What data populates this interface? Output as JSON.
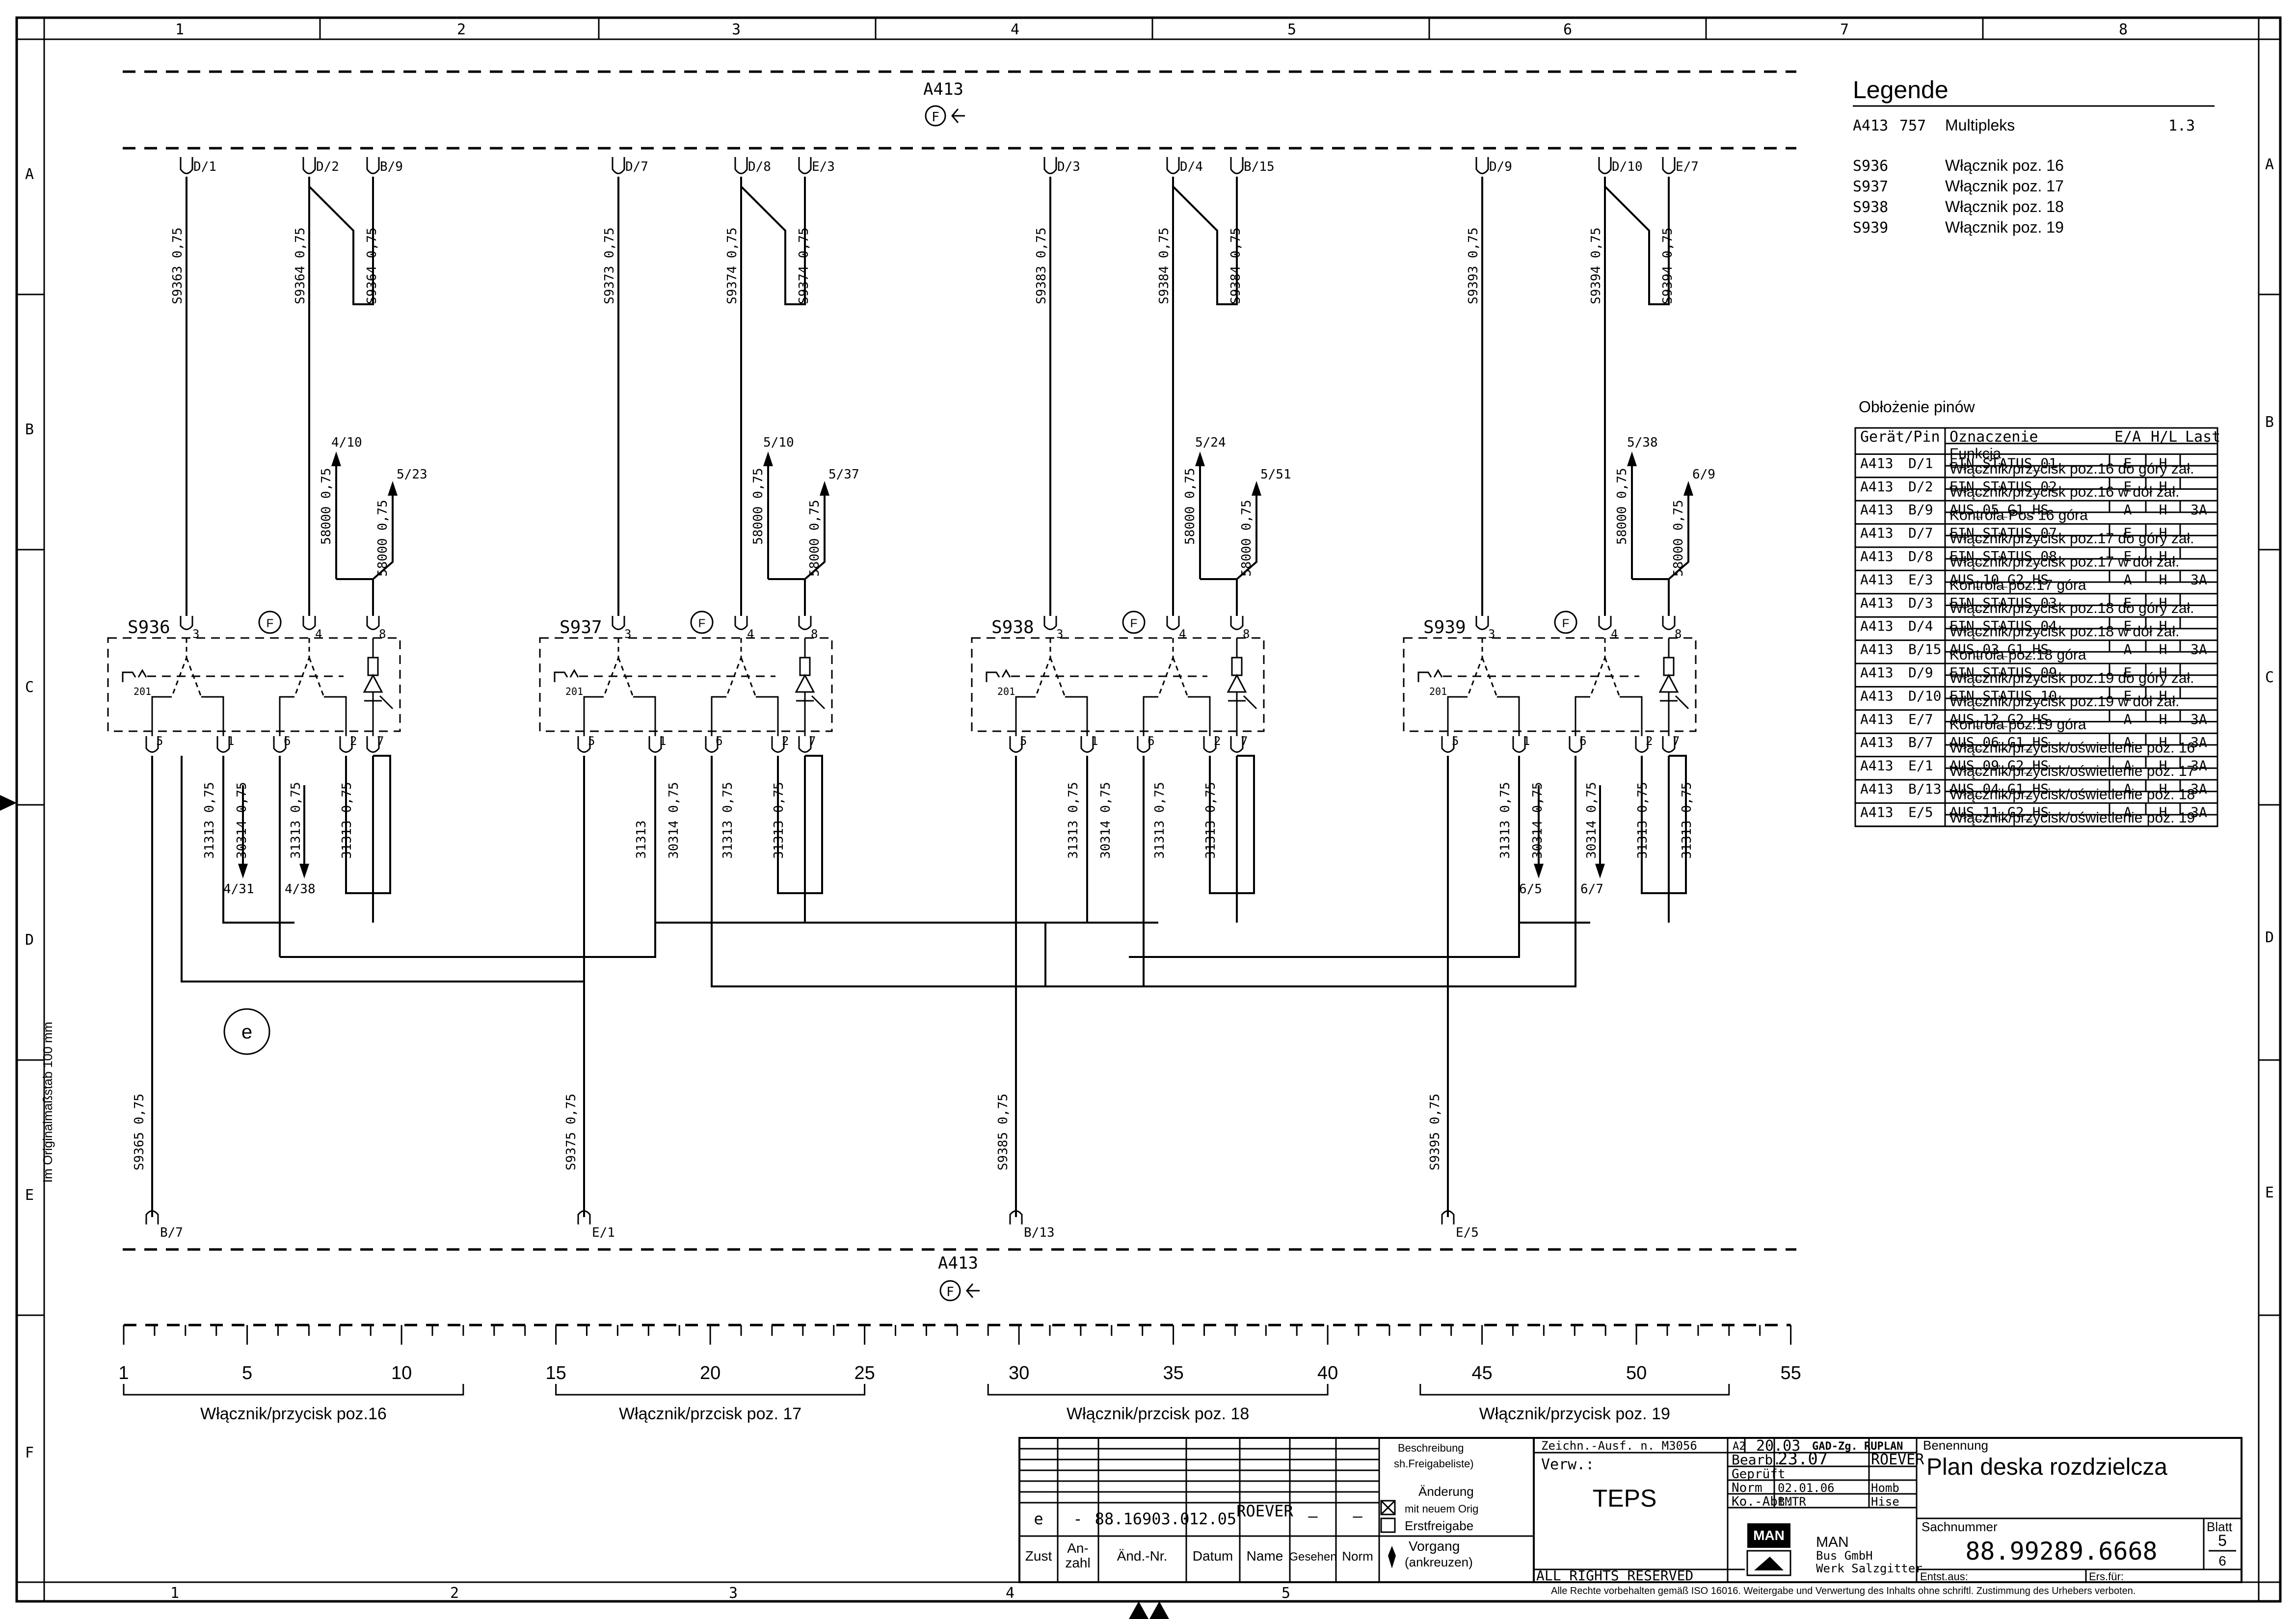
{
  "columns": [
    "1",
    "2",
    "3",
    "4",
    "5",
    "6",
    "7",
    "8"
  ],
  "rows": [
    "A",
    "B",
    "C",
    "D",
    "E",
    "F"
  ],
  "module": {
    "name": "A413",
    "f_symbol": "F"
  },
  "legend": {
    "title": "Legende",
    "main": {
      "code": "A413",
      "num": "757",
      "desc": "Multipleks",
      "pos": "1.3"
    },
    "items": [
      {
        "code": "S936",
        "desc": "Włącznik poz. 16"
      },
      {
        "code": "S937",
        "desc": "Włącznik poz. 17"
      },
      {
        "code": "S938",
        "desc": "Włącznik poz. 18"
      },
      {
        "code": "S939",
        "desc": "Włącznik poz. 19"
      }
    ]
  },
  "pin_table": {
    "caption": "Obłożenie pinów",
    "headers": [
      "Gerät/Pin",
      "Oznaczenie",
      "E/A",
      "H/L",
      "Last"
    ],
    "subheader": "Funkcja",
    "rows": [
      {
        "dev": "A413",
        "pin": "D/1",
        "sig": "EIN_STATUS_01",
        "ea": "E",
        "hl": "H",
        "last": "",
        "func": "Włącznik/przycisk poz.16 do góry zał."
      },
      {
        "dev": "A413",
        "pin": "D/2",
        "sig": "EIN_STATUS_02",
        "ea": "E",
        "hl": "H",
        "last": "",
        "func": "Włącznik/przycisk poz.16 w dół zał."
      },
      {
        "dev": "A413",
        "pin": "B/9",
        "sig": "AUS_05_G1_HS",
        "ea": "A",
        "hl": "H",
        "last": "3A",
        "func": "Kontrola  Pos 16 góra"
      },
      {
        "dev": "A413",
        "pin": "D/7",
        "sig": "EIN_STATUS_07",
        "ea": "E",
        "hl": "H",
        "last": "",
        "func": "Włącznik/przycisk poz.17 do góry zał."
      },
      {
        "dev": "A413",
        "pin": "D/8",
        "sig": "EIN_STATUS_08",
        "ea": "E",
        "hl": "H",
        "last": "",
        "func": "Włącznik/przycisk poz.17 w dół zał."
      },
      {
        "dev": "A413",
        "pin": "E/3",
        "sig": "AUS_10_G2_HS",
        "ea": "A",
        "hl": "H",
        "last": "3A",
        "func": "Kontrola poz.17 góra"
      },
      {
        "dev": "A413",
        "pin": "D/3",
        "sig": "EIN_STATUS_03",
        "ea": "E",
        "hl": "H",
        "last": "",
        "func": "Włącznik/przycisk poz.18 do góry zał."
      },
      {
        "dev": "A413",
        "pin": "D/4",
        "sig": "EIN_STATUS_04",
        "ea": "E",
        "hl": "H",
        "last": "",
        "func": "Włącznik/przycisk poz.18 w dół zał."
      },
      {
        "dev": "A413",
        "pin": "B/15",
        "sig": "AUS_03_G1_HS",
        "ea": "A",
        "hl": "H",
        "last": "3A",
        "func": "Kontrola poz.18 góra"
      },
      {
        "dev": "A413",
        "pin": "D/9",
        "sig": "EIN_STATUS_09",
        "ea": "E",
        "hl": "H",
        "last": "",
        "func": "Włącznik/przycisk poz.19 do góry zał."
      },
      {
        "dev": "A413",
        "pin": "D/10",
        "sig": "EIN_STATUS_10",
        "ea": "E",
        "hl": "H",
        "last": "",
        "func": "Włącznik/przycisk poz.19 w dół zał."
      },
      {
        "dev": "A413",
        "pin": "E/7",
        "sig": "AUS_12_G2_HS",
        "ea": "A",
        "hl": "H",
        "last": "3A",
        "func": "Kontrola poz.19 góra"
      },
      {
        "dev": "A413",
        "pin": "B/7",
        "sig": "AUS_06_G1_HS",
        "ea": "A",
        "hl": "H",
        "last": "3A",
        "func": "Włącznik/przycisk/oświetlenie poz. 16"
      },
      {
        "dev": "A413",
        "pin": "E/1",
        "sig": "AUS_09_G2_HS",
        "ea": "A",
        "hl": "H",
        "last": "3A",
        "func": "Włącznik/przycisk/oświetlenie poz. 17"
      },
      {
        "dev": "A413",
        "pin": "B/13",
        "sig": "AUS_04_G1_HS",
        "ea": "A",
        "hl": "H",
        "last": "3A",
        "func": "Włącznik/przycisk/oświetlenie poz. 18"
      },
      {
        "dev": "A413",
        "pin": "E/5",
        "sig": "AUS_11_G2_HS",
        "ea": "A",
        "hl": "H",
        "last": "3A",
        "func": "Włącznik/przycisk/oświetlenie poz. 19"
      }
    ]
  },
  "switch_groups": [
    {
      "name": "S936",
      "top_pins": [
        "D/1",
        "D/2",
        "B/9"
      ],
      "top_wires": [
        "S9363 0,75",
        "S9364 0,75",
        "S9364 0,75"
      ],
      "power_wires": [
        "58000 0,75",
        "58000 0,75"
      ],
      "power_refs": [
        "4/10",
        "5/23"
      ],
      "top_terms": [
        "3",
        "4",
        "8"
      ],
      "bottom_terms": [
        "5",
        "1",
        "6",
        "2",
        "7"
      ],
      "bottom_wires": [
        "31313 0,75",
        "30314 0,75",
        "31313 0,75",
        "31313 0,75"
      ],
      "bottom_refs": [
        "4/31",
        "4/38"
      ],
      "light_pin": "B/7",
      "light_wire": "S9365 0,75",
      "bottom_label": "Włącznik/przycisk poz.16"
    },
    {
      "name": "S937",
      "top_pins": [
        "D/7",
        "D/8",
        "E/3"
      ],
      "top_wires": [
        "S9373 0,75",
        "S9374 0,75",
        "S9374 0,75"
      ],
      "power_wires": [
        "58000 0,75",
        "58000 0,75"
      ],
      "power_refs": [
        "5/10",
        "5/37"
      ],
      "top_terms": [
        "3",
        "4",
        "8"
      ],
      "bottom_terms": [
        "5",
        "1",
        "6",
        "2",
        "7"
      ],
      "bottom_wires": [
        "31313",
        "30314 0,75",
        "31313 0,75",
        "31313 0,75"
      ],
      "bottom_refs": [],
      "light_pin": "E/1",
      "light_wire": "S9375 0,75",
      "bottom_label": "Włącznik/przcisk poz. 17"
    },
    {
      "name": "S938",
      "top_pins": [
        "D/3",
        "D/4",
        "B/15"
      ],
      "top_wires": [
        "S9383 0,75",
        "S9384 0,75",
        "S9384 0,75"
      ],
      "power_wires": [
        "58000 0,75",
        "58000 0,75"
      ],
      "power_refs": [
        "5/24",
        "5/51"
      ],
      "top_terms": [
        "3",
        "4",
        "8"
      ],
      "bottom_terms": [
        "5",
        "1",
        "6",
        "2",
        "7"
      ],
      "bottom_wires": [
        "31313 0,75",
        "30314 0,75",
        "31313 0,75",
        "31313 0,75"
      ],
      "bottom_refs": [],
      "light_pin": "B/13",
      "light_wire": "S9385 0,75",
      "bottom_label": "Włącznik/przcisk poz. 18"
    },
    {
      "name": "S939",
      "top_pins": [
        "D/9",
        "D/10",
        "E/7"
      ],
      "top_wires": [
        "S9393 0,75",
        "S9394 0,75",
        "S9394 0,75"
      ],
      "power_wires": [
        "58000 0,75",
        "58000 0,75"
      ],
      "power_refs": [
        "5/38",
        "6/9"
      ],
      "top_terms": [
        "3",
        "4",
        "8"
      ],
      "bottom_terms": [
        "5",
        "1",
        "6",
        "2",
        "7"
      ],
      "bottom_wires": [
        "31313 0,75",
        "30314 0,75",
        "30314 0,75",
        "31313 0,75",
        "31313 0,75"
      ],
      "bottom_refs": [
        "6/5",
        "6/7"
      ],
      "light_pin": "E/5",
      "light_wire": "S9395 0,75",
      "bottom_label": "Włącznik/przycisk poz. 19"
    }
  ],
  "switch_symbol_label": "201",
  "revision_marker": "e",
  "ruler": [
    "1",
    "5",
    "10",
    "15",
    "20",
    "25",
    "30",
    "35",
    "40",
    "45",
    "50",
    "55"
  ],
  "title_block": {
    "rev_row": {
      "zust": "e",
      "anzahl": "-",
      "aend_nr": "88.16903.0",
      "datum": "12.05",
      "name": "ROEVER",
      "gesehen": "—",
      "norm": "—"
    },
    "rev_headers": [
      "Zust",
      "An-\nzahl",
      "Änd.-Nr.",
      "Datum",
      "Name",
      "Gesehen",
      "Norm"
    ],
    "options": [
      "Beschreibung",
      "sh.Freigabeliste)",
      "Änderung",
      "mit neuem Orig",
      "Erstfreigabe",
      "Vorgang",
      "(ankreuzen)"
    ],
    "zeichn_ausf": "Zeichn.-Ausf. n. M3056",
    "format": "A2",
    "verw_label": "Verw.:",
    "verw": "TEPS",
    "date_top": "20.03",
    "gad": "GAD-Zg. RUPLAN",
    "rows": [
      {
        "label": "Bearb.",
        "date": "23.07",
        "name": "ROEVER"
      },
      {
        "label": "Geprüft",
        "date": "",
        "name": ""
      },
      {
        "label": "Norm",
        "date": "02.01.06",
        "name": "Homb"
      },
      {
        "label": "Ko.-Abt.",
        "date": "BMTR",
        "name": "Hise"
      }
    ],
    "benennung_label": "Benennung",
    "title": "Plan deska rozdzielcza",
    "sachnummer_label": "Sachnummer",
    "sachnummer": "88.99289.6668",
    "blatt_label": "Blatt",
    "blatt": "5",
    "blatt_total": "6",
    "company_logo": "MAN",
    "company": [
      "MAN",
      "Bus GmbH",
      "Werk Salzgitter"
    ],
    "entst_aus": "Entst.aus:",
    "ers_fuer": "Ers.für:",
    "rights": "ALL RIGHTS RESERVED",
    "disclaimer": "Alle Rechte vorbehalten gemäß ISO 16016. Weitergabe und Verwertung des Inhalts ohne schriftl. Zustimmung des Urhebers verboten.",
    "scale_note": "Im Originalmaßstab 100 mm"
  }
}
